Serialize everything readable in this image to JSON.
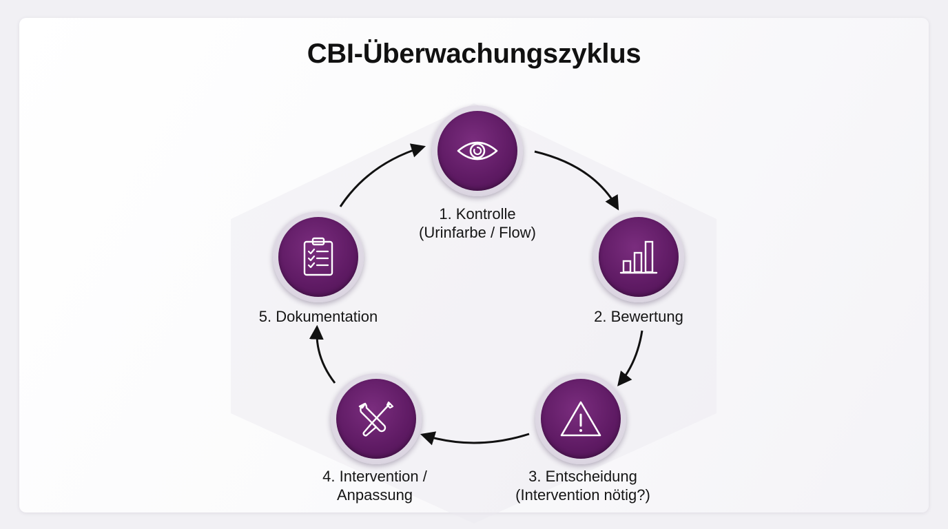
{
  "title": "CBI-Überwachungszyklus",
  "colors": {
    "node_fill": "#5e1a63",
    "node_ring": "#dcd6e2",
    "arrow": "#111111"
  },
  "steps": [
    {
      "icon": "eye-icon",
      "label_line1": "1. Kontrolle",
      "label_line2": "(Urinfarbe / Flow)"
    },
    {
      "icon": "bar-chart-icon",
      "label_line1": "2. Bewertung",
      "label_line2": ""
    },
    {
      "icon": "warning-icon",
      "label_line1": "3. Entscheidung",
      "label_line2": "(Intervention nötig?)"
    },
    {
      "icon": "tools-icon",
      "label_line1": "4. Intervention /",
      "label_line2": "Anpassung"
    },
    {
      "icon": "clipboard-checklist-icon",
      "label_line1": "5. Dokumentation",
      "label_line2": ""
    }
  ]
}
